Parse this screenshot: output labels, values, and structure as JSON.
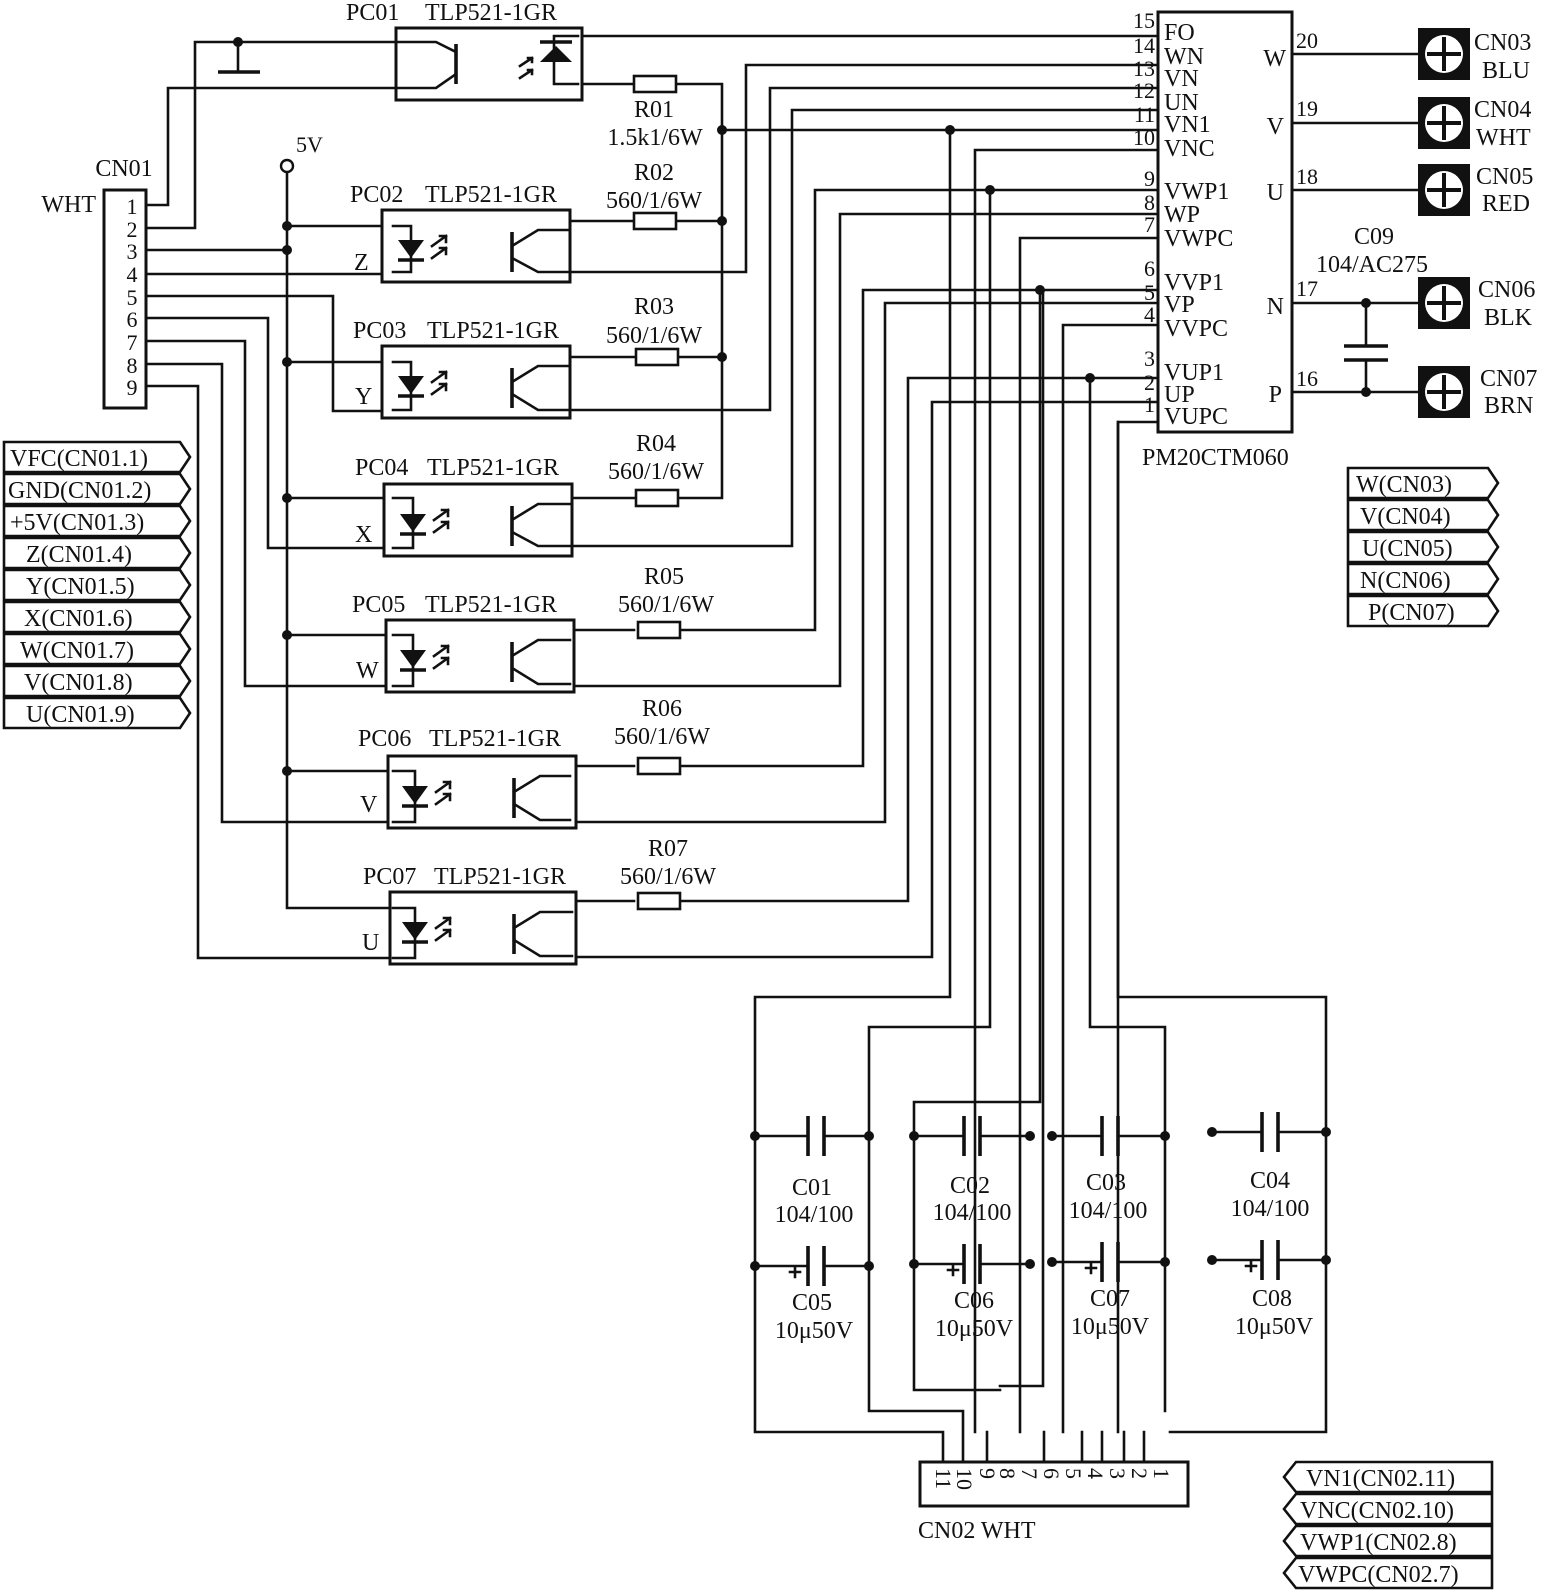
{
  "cn01": {
    "name": "CN01",
    "color": "WHT",
    "pins": [
      "1",
      "2",
      "3",
      "4",
      "5",
      "6",
      "7",
      "8",
      "9"
    ]
  },
  "supply": "5V",
  "opto_letters": [
    "Z",
    "Y",
    "X",
    "W",
    "V",
    "U"
  ],
  "optocouplers": [
    {
      "ref": "PC01",
      "part": "TLP521-1GR"
    },
    {
      "ref": "PC02",
      "part": "TLP521-1GR"
    },
    {
      "ref": "PC03",
      "part": "TLP521-1GR"
    },
    {
      "ref": "PC04",
      "part": "TLP521-1GR"
    },
    {
      "ref": "PC05",
      "part": "TLP521-1GR"
    },
    {
      "ref": "PC06",
      "part": "TLP521-1GR"
    },
    {
      "ref": "PC07",
      "part": "TLP521-1GR"
    }
  ],
  "resistors": [
    {
      "ref": "R01",
      "value": "1.5k1/6W"
    },
    {
      "ref": "R02",
      "value": "560/1/6W"
    },
    {
      "ref": "R03",
      "value": "560/1/6W"
    },
    {
      "ref": "R04",
      "value": "560/1/6W"
    },
    {
      "ref": "R05",
      "value": "560/1/6W"
    },
    {
      "ref": "R06",
      "value": "560/1/6W"
    },
    {
      "ref": "R07",
      "value": "560/1/6W"
    }
  ],
  "ipm": {
    "part": "PM20CTM060",
    "left_pins": [
      {
        "num": "15",
        "name": "FO"
      },
      {
        "num": "14",
        "name": "WN"
      },
      {
        "num": "13",
        "name": "VN"
      },
      {
        "num": "12",
        "name": "UN"
      },
      {
        "num": "11",
        "name": "VN1"
      },
      {
        "num": "10",
        "name": "VNC"
      },
      {
        "num": "9",
        "name": "VWP1"
      },
      {
        "num": "8",
        "name": "WP"
      },
      {
        "num": "7",
        "name": "VWPC"
      },
      {
        "num": "6",
        "name": "VVP1"
      },
      {
        "num": "5",
        "name": "VP"
      },
      {
        "num": "4",
        "name": "VVPC"
      },
      {
        "num": "3",
        "name": "VUP1"
      },
      {
        "num": "2",
        "name": "UP"
      },
      {
        "num": "1",
        "name": "VUPC"
      }
    ],
    "right_pins": [
      {
        "num": "20",
        "name": "W"
      },
      {
        "num": "19",
        "name": "V"
      },
      {
        "num": "18",
        "name": "U"
      },
      {
        "num": "17",
        "name": "N"
      },
      {
        "num": "16",
        "name": "P"
      }
    ]
  },
  "terminals": [
    {
      "ref": "CN03",
      "color": "BLU"
    },
    {
      "ref": "CN04",
      "color": "WHT"
    },
    {
      "ref": "CN05",
      "color": "RED"
    },
    {
      "ref": "CN06",
      "color": "BLK"
    },
    {
      "ref": "CN07",
      "color": "BRN"
    }
  ],
  "c09": {
    "ref": "C09",
    "value": "104/AC275"
  },
  "caps_film": [
    {
      "ref": "C01",
      "value": "104/100"
    },
    {
      "ref": "C02",
      "value": "104/100"
    },
    {
      "ref": "C03",
      "value": "104/100"
    },
    {
      "ref": "C04",
      "value": "104/100"
    }
  ],
  "caps_elec": [
    {
      "ref": "C05",
      "value": "10μ50V"
    },
    {
      "ref": "C06",
      "value": "10μ50V"
    },
    {
      "ref": "C07",
      "value": "10μ50V"
    },
    {
      "ref": "C08",
      "value": "10μ50V"
    }
  ],
  "cn02": {
    "label": "CN02  WHT",
    "pins": [
      "11",
      "10",
      "9",
      "8",
      "7",
      "6",
      "5",
      "4",
      "3",
      "2",
      "1"
    ]
  },
  "left_flags": [
    "VFC(CN01.1)",
    "GND(CN01.2)",
    "+5V(CN01.3)",
    "Z(CN01.4)",
    "Y(CN01.5)",
    "X(CN01.6)",
    "W(CN01.7)",
    "V(CN01.8)",
    "U(CN01.9)"
  ],
  "right_flags": [
    "W(CN03)",
    "V(CN04)",
    "U(CN05)",
    "N(CN06)",
    "P(CN07)"
  ],
  "bottom_flags": [
    "VN1(CN02.11)",
    "VNC(CN02.10)",
    "VWP1(CN02.8)",
    "VWPC(CN02.7)"
  ]
}
